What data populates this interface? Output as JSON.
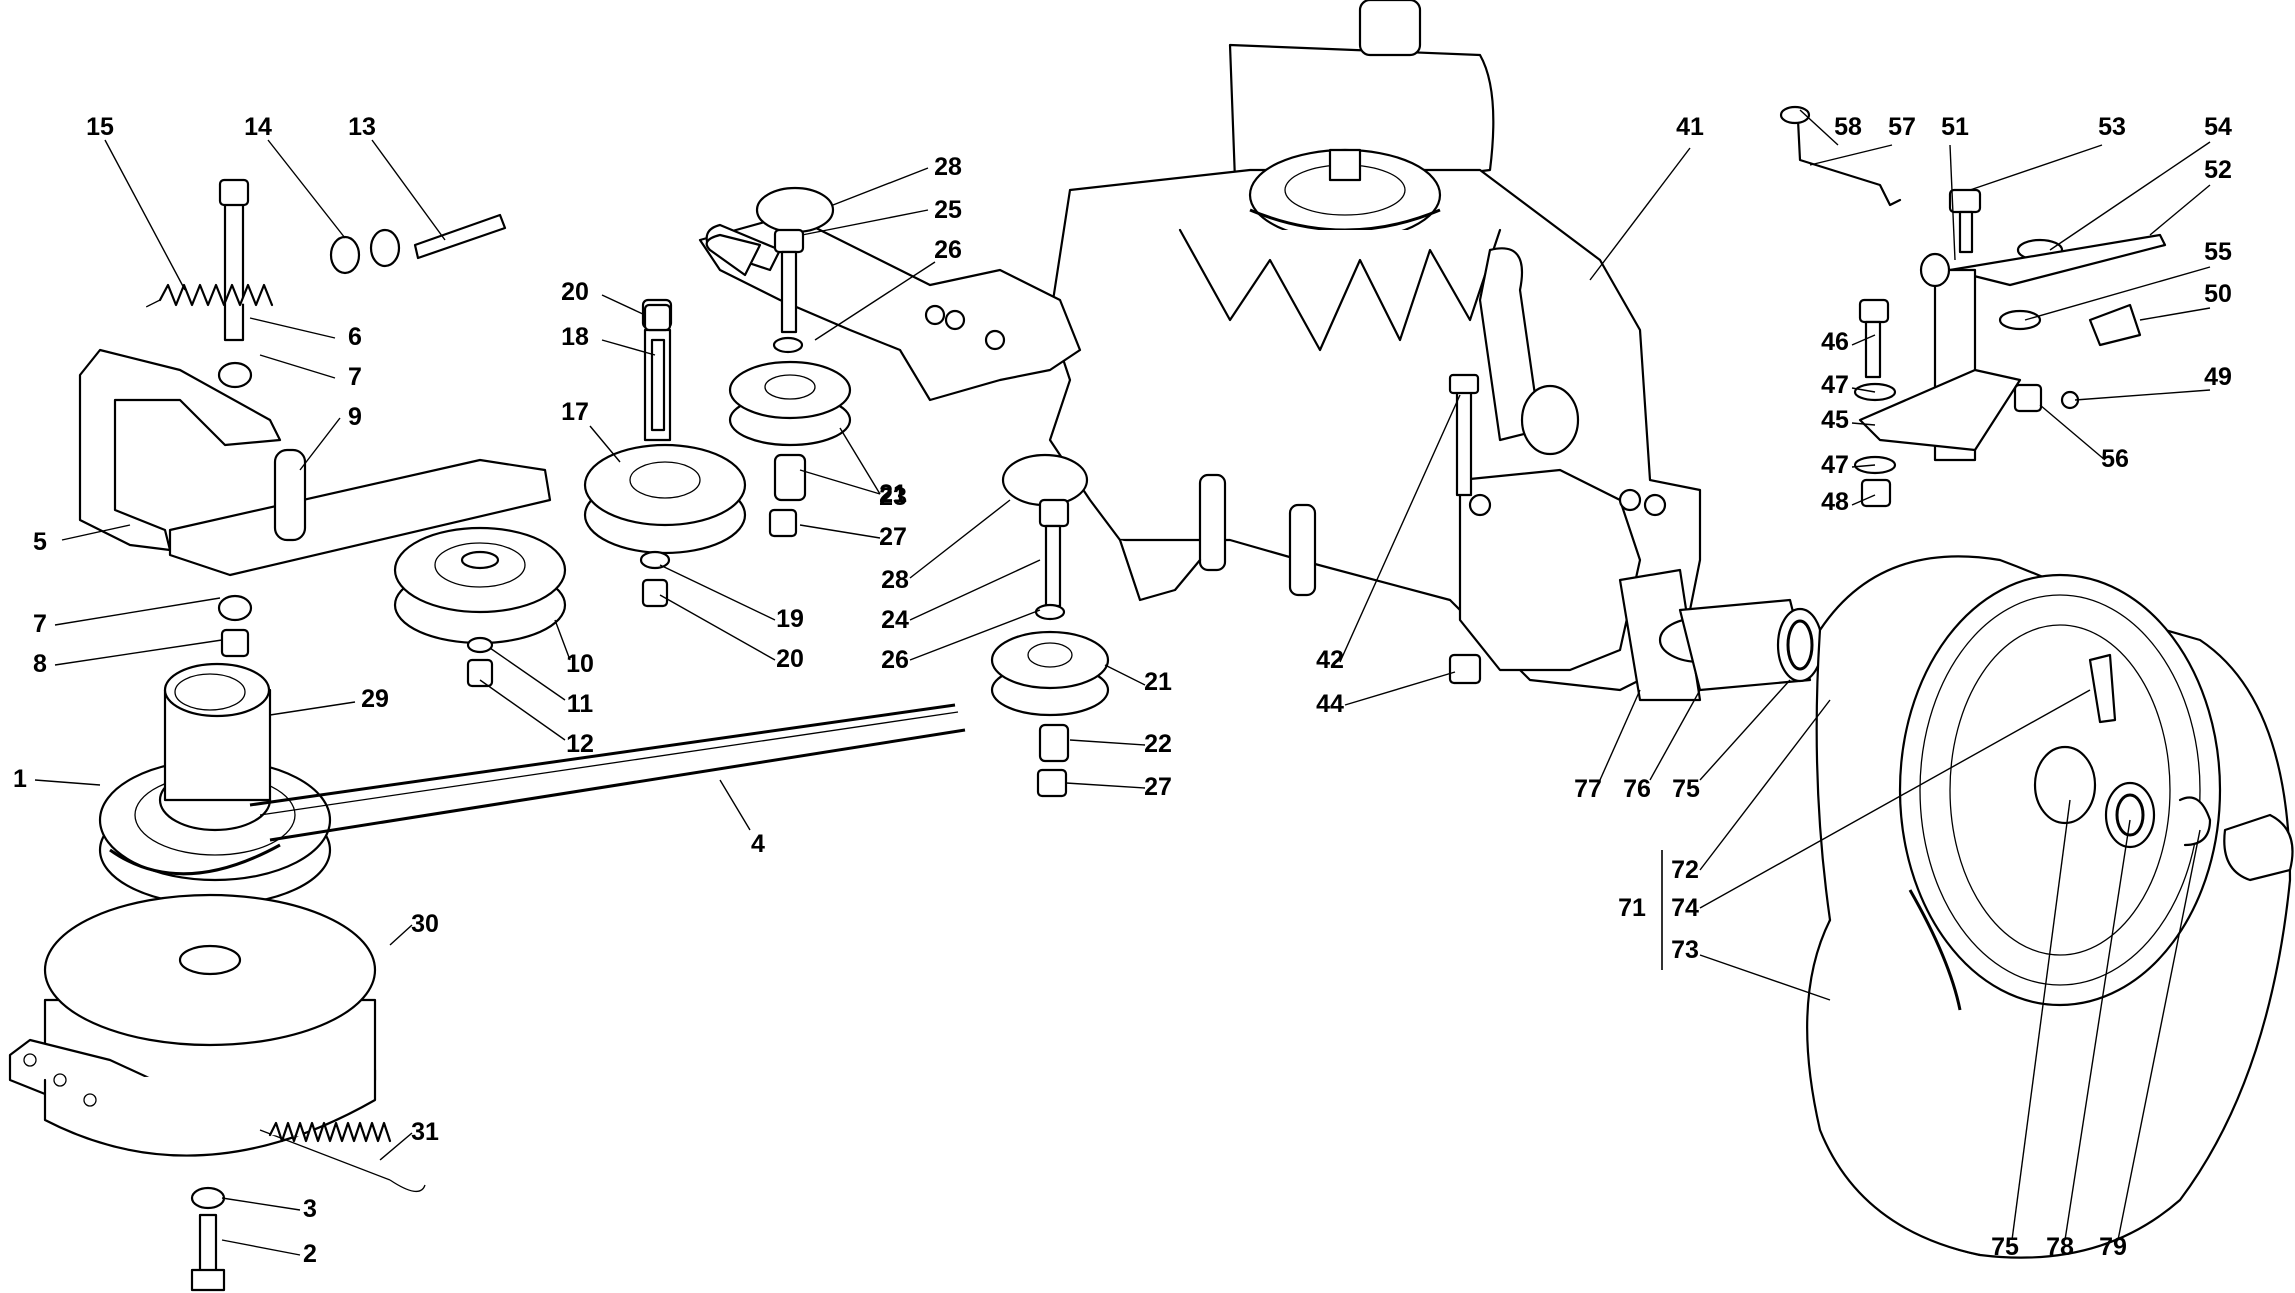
{
  "diagram": {
    "title": "Transmission / drive belt exploded parts view",
    "type": "exploded-parts-diagram",
    "callouts": [
      {
        "id": "c1",
        "label": "1"
      },
      {
        "id": "c2",
        "label": "2"
      },
      {
        "id": "c3",
        "label": "3"
      },
      {
        "id": "c4",
        "label": "4"
      },
      {
        "id": "c5",
        "label": "5"
      },
      {
        "id": "c6",
        "label": "6"
      },
      {
        "id": "c7a",
        "label": "7"
      },
      {
        "id": "c7b",
        "label": "7"
      },
      {
        "id": "c8",
        "label": "8"
      },
      {
        "id": "c9",
        "label": "9"
      },
      {
        "id": "c10",
        "label": "10"
      },
      {
        "id": "c11",
        "label": "11"
      },
      {
        "id": "c12",
        "label": "12"
      },
      {
        "id": "c13",
        "label": "13"
      },
      {
        "id": "c14",
        "label": "14"
      },
      {
        "id": "c15",
        "label": "15"
      },
      {
        "id": "c17",
        "label": "17"
      },
      {
        "id": "c18",
        "label": "18"
      },
      {
        "id": "c19",
        "label": "19"
      },
      {
        "id": "c20a",
        "label": "20"
      },
      {
        "id": "c20b",
        "label": "20"
      },
      {
        "id": "c21a",
        "label": "21"
      },
      {
        "id": "c21b",
        "label": "21"
      },
      {
        "id": "c22",
        "label": "22"
      },
      {
        "id": "c23",
        "label": "23"
      },
      {
        "id": "c24",
        "label": "24"
      },
      {
        "id": "c25",
        "label": "25"
      },
      {
        "id": "c26a",
        "label": "26"
      },
      {
        "id": "c26b",
        "label": "26"
      },
      {
        "id": "c27a",
        "label": "27"
      },
      {
        "id": "c27b",
        "label": "27"
      },
      {
        "id": "c28a",
        "label": "28"
      },
      {
        "id": "c28b",
        "label": "28"
      },
      {
        "id": "c29",
        "label": "29"
      },
      {
        "id": "c30",
        "label": "30"
      },
      {
        "id": "c31",
        "label": "31"
      },
      {
        "id": "c41",
        "label": "41"
      },
      {
        "id": "c42",
        "label": "42"
      },
      {
        "id": "c44",
        "label": "44"
      },
      {
        "id": "c45",
        "label": "45"
      },
      {
        "id": "c46",
        "label": "46"
      },
      {
        "id": "c47a",
        "label": "47"
      },
      {
        "id": "c47b",
        "label": "47"
      },
      {
        "id": "c48",
        "label": "48"
      },
      {
        "id": "c49",
        "label": "49"
      },
      {
        "id": "c50",
        "label": "50"
      },
      {
        "id": "c51",
        "label": "51"
      },
      {
        "id": "c52",
        "label": "52"
      },
      {
        "id": "c53",
        "label": "53"
      },
      {
        "id": "c54",
        "label": "54"
      },
      {
        "id": "c55",
        "label": "55"
      },
      {
        "id": "c56",
        "label": "56"
      },
      {
        "id": "c57",
        "label": "57"
      },
      {
        "id": "c58",
        "label": "58"
      },
      {
        "id": "c71",
        "label": "71"
      },
      {
        "id": "c72",
        "label": "72"
      },
      {
        "id": "c73",
        "label": "73"
      },
      {
        "id": "c74",
        "label": "74"
      },
      {
        "id": "c75a",
        "label": "75"
      },
      {
        "id": "c75b",
        "label": "75"
      },
      {
        "id": "c76",
        "label": "76"
      },
      {
        "id": "c77",
        "label": "77"
      },
      {
        "id": "c78",
        "label": "78"
      },
      {
        "id": "c79",
        "label": "79"
      }
    ],
    "assembly_groups": [
      {
        "group_label": "71",
        "members": [
          "72",
          "74",
          "73"
        ]
      }
    ]
  }
}
